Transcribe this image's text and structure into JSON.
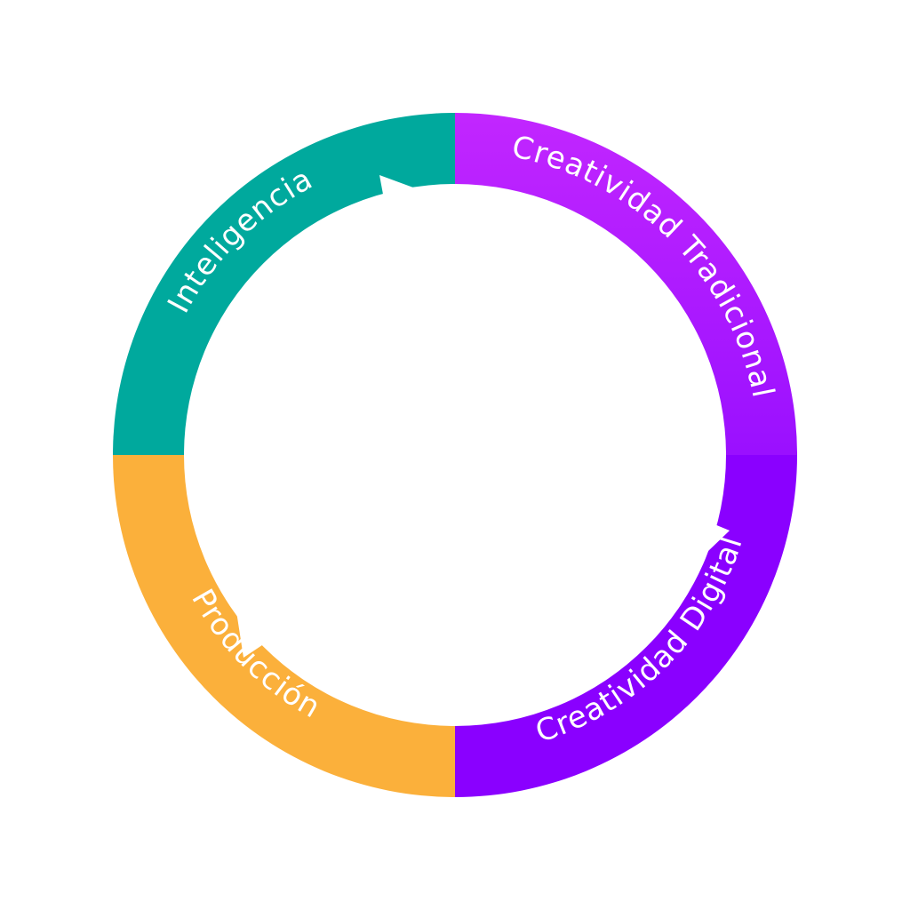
{
  "diagram": {
    "segments": [
      {
        "label": "Inteligencia",
        "color": "#00A99D"
      },
      {
        "label": "Creatividad Tradicional",
        "color_start": "#C226FF",
        "color_end": "#9A10FF"
      },
      {
        "label": "Creatividad Digital",
        "color": "#8A00FF"
      },
      {
        "label": "Producción",
        "color": "#FBB03B"
      }
    ]
  }
}
